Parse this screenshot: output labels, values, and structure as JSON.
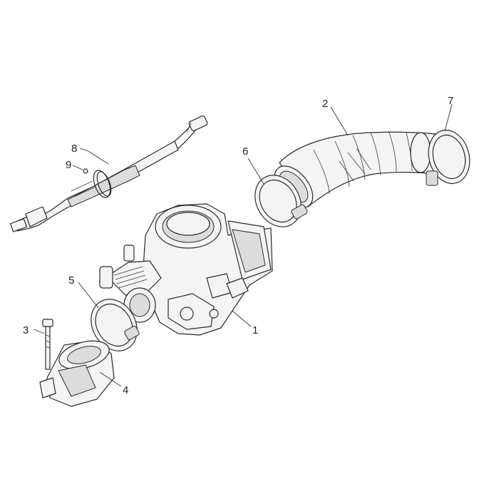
{
  "callouts": {
    "c1": "1",
    "c2": "2",
    "c3": "3",
    "c4": "4",
    "c5": "5",
    "c6": "6",
    "c7": "7",
    "c8": "8",
    "c9": "9"
  },
  "colors": {
    "background": "#ffffff",
    "line": "#2a2a2a",
    "fill": "#f4f4f4",
    "shade": "#dcdcdc"
  }
}
